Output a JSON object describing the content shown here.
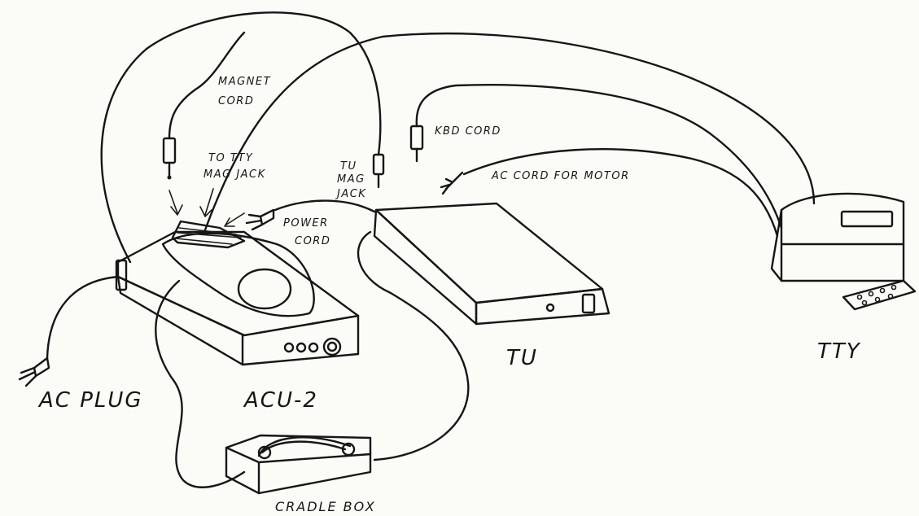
{
  "labels": {
    "magnet_cord": [
      "MAGNET",
      "CORD"
    ],
    "tty_mag_jack": [
      "TO TTY",
      "MAG JACK"
    ],
    "tu_mag_jack": [
      "TU",
      "MAG",
      "JACK"
    ],
    "kbd_cord": "KBD CORD",
    "ac_cord_motor": "AC CORD FOR MOTOR",
    "power_cord": [
      "POWER",
      "CORD"
    ],
    "ac_plug": "AC PLUG",
    "acu2": "ACU-2",
    "tu": "TU",
    "tty": "TTY",
    "cradle_box": "CRADLE BOX"
  }
}
